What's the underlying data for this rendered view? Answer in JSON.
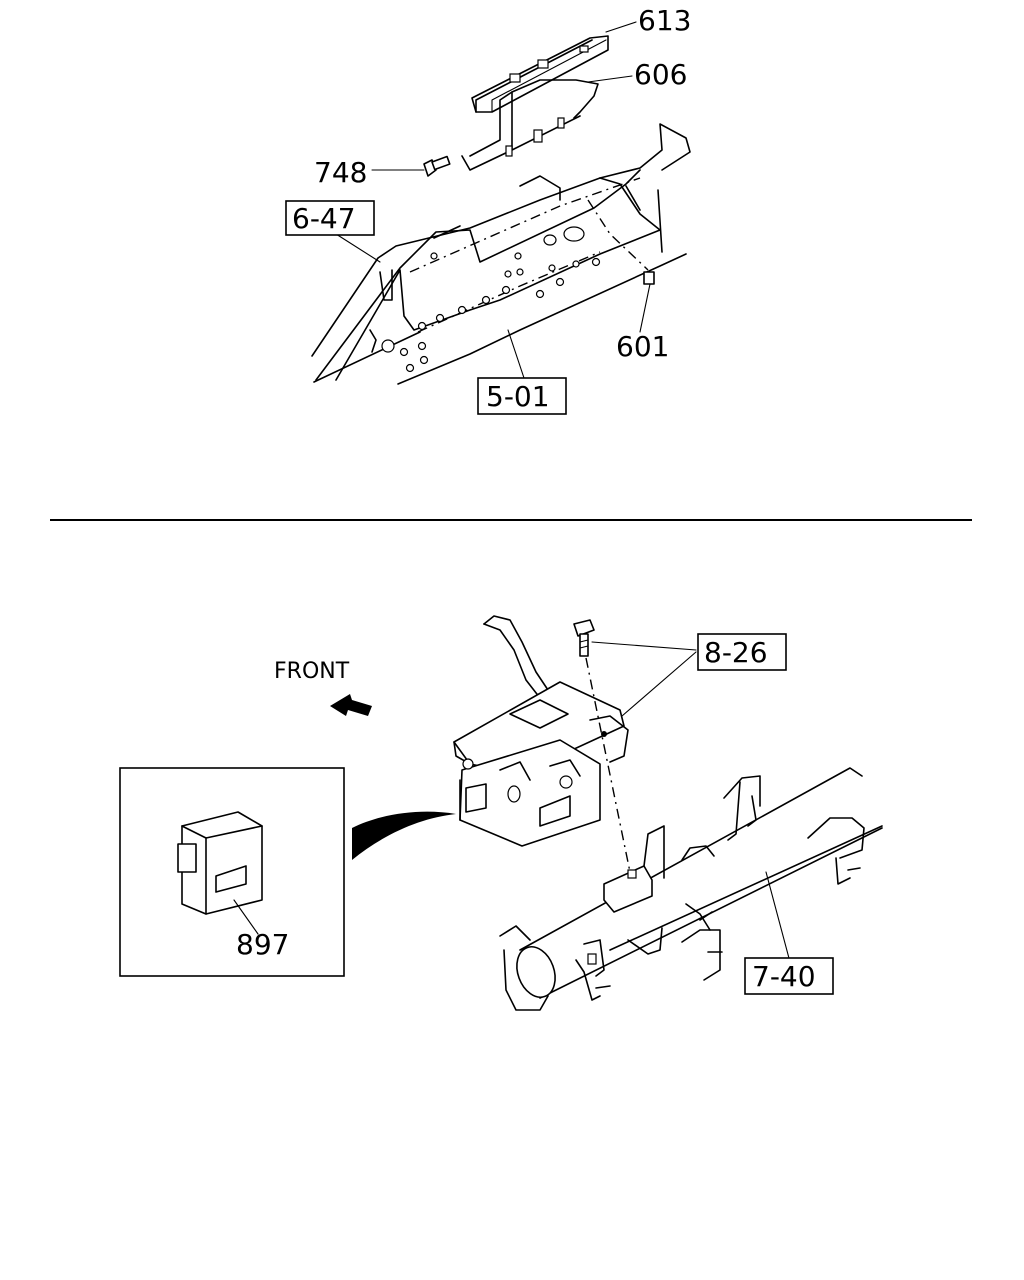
{
  "labels": {
    "p613": "613",
    "p606": "606",
    "p748": "748",
    "p647": "6-47",
    "p601": "601",
    "p501": "5-01",
    "front": "FRONT",
    "p826": "8-26",
    "p897": "897",
    "p740": "7-40"
  }
}
